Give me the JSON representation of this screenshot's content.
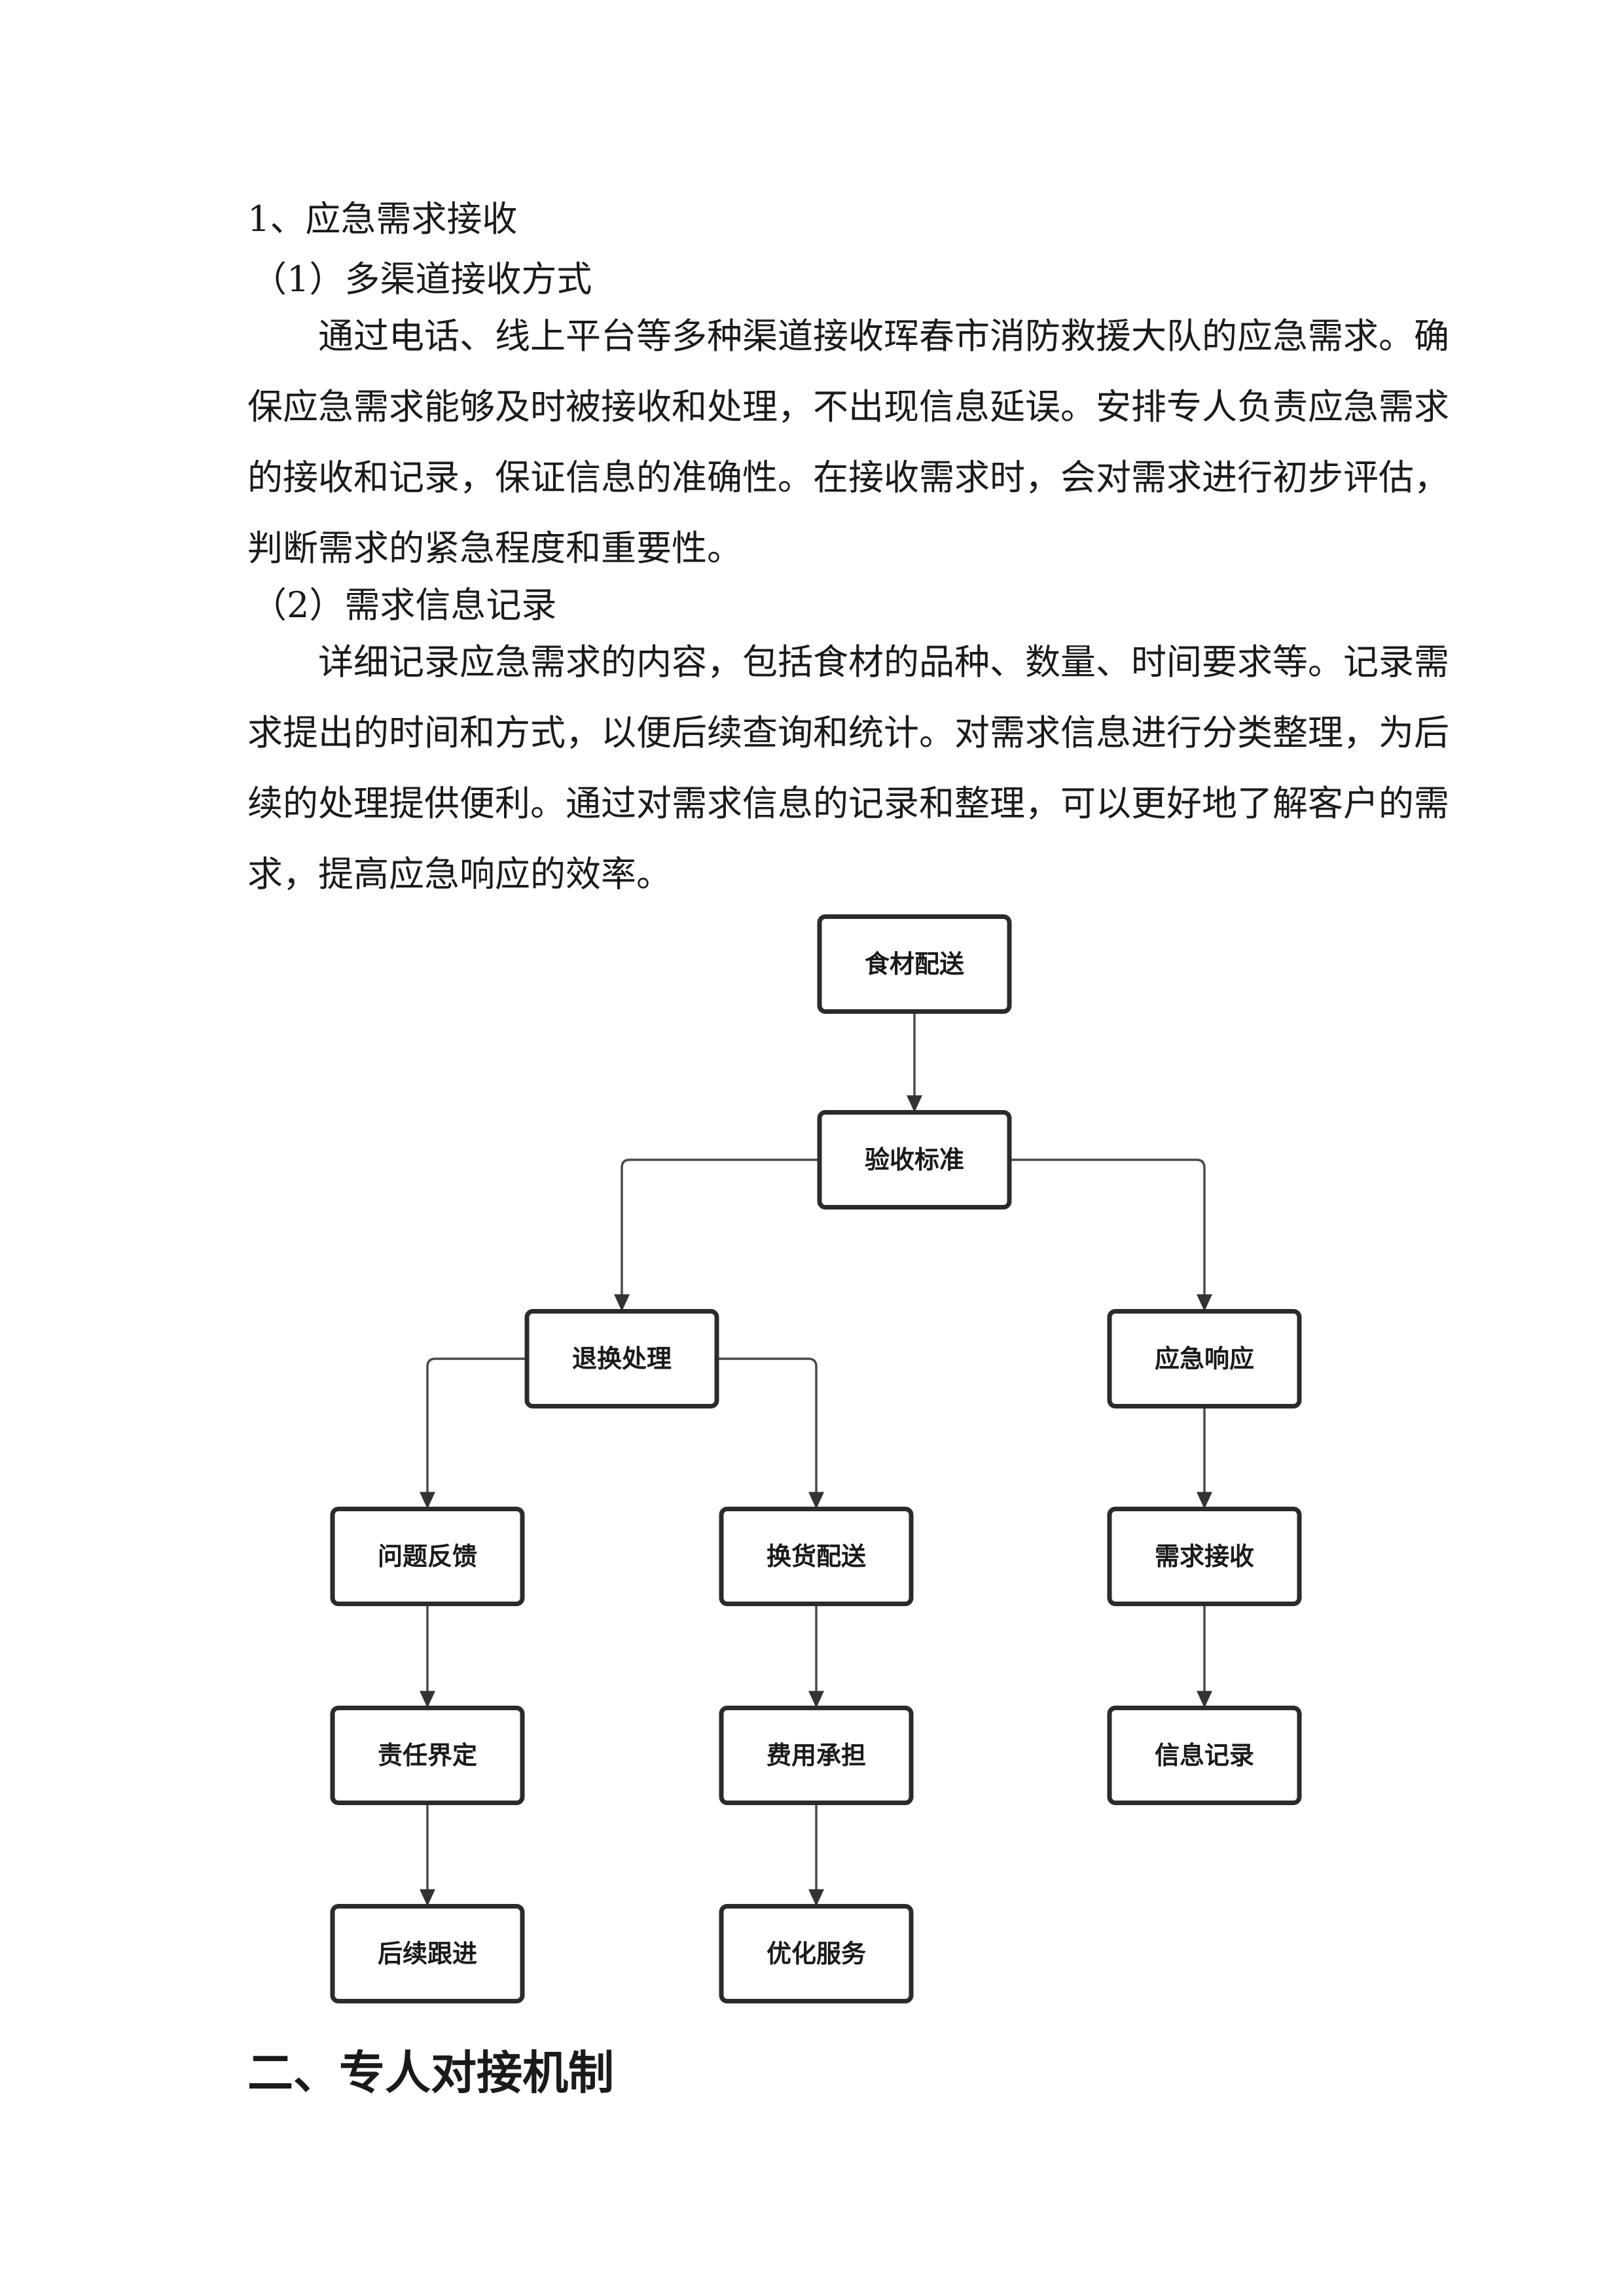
{
  "section1": {
    "title": "1、应急需求接收",
    "sub1": {
      "title": "（1）多渠道接收方式",
      "lines": [
        "通过电话、线上平台等多种渠道接收珲春市消防救援大队的应急需求。确",
        "保应急需求能够及时被接收和处理，不出现信息延误。安排专人负责应急需求",
        "的接收和记录，保证信息的准确性。在接收需求时，会对需求进行初步评估，",
        "判断需求的紧急程度和重要性。"
      ]
    },
    "sub2": {
      "title": "（2）需求信息记录",
      "lines": [
        "详细记录应急需求的内容，包括食材的品种、数量、时间要求等。记录需",
        "求提出的时间和方式，以便后续查询和统计。对需求信息进行分类整理，为后",
        "续的处理提供便利。通过对需求信息的记录和整理，可以更好地了解客户的需",
        "求，提高应急响应的效率。"
      ]
    }
  },
  "flowchart": {
    "nodes": [
      {
        "id": "n1",
        "label": "食材配送"
      },
      {
        "id": "n2",
        "label": "验收标准"
      },
      {
        "id": "n3",
        "label": "退换处理"
      },
      {
        "id": "n4",
        "label": "应急响应"
      },
      {
        "id": "n5",
        "label": "问题反馈"
      },
      {
        "id": "n6",
        "label": "换货配送"
      },
      {
        "id": "n7",
        "label": "需求接收"
      },
      {
        "id": "n8",
        "label": "责任界定"
      },
      {
        "id": "n9",
        "label": "费用承担"
      },
      {
        "id": "n10",
        "label": "信息记录"
      },
      {
        "id": "n11",
        "label": "后续跟进"
      },
      {
        "id": "n12",
        "label": "优化服务"
      }
    ],
    "edges": [
      [
        "n1",
        "n2"
      ],
      [
        "n2",
        "n3"
      ],
      [
        "n2",
        "n4"
      ],
      [
        "n3",
        "n5"
      ],
      [
        "n3",
        "n6"
      ],
      [
        "n4",
        "n7"
      ],
      [
        "n5",
        "n8"
      ],
      [
        "n6",
        "n9"
      ],
      [
        "n7",
        "n10"
      ],
      [
        "n8",
        "n11"
      ],
      [
        "n9",
        "n12"
      ]
    ]
  },
  "section2": {
    "title": "二、专人对接机制"
  }
}
